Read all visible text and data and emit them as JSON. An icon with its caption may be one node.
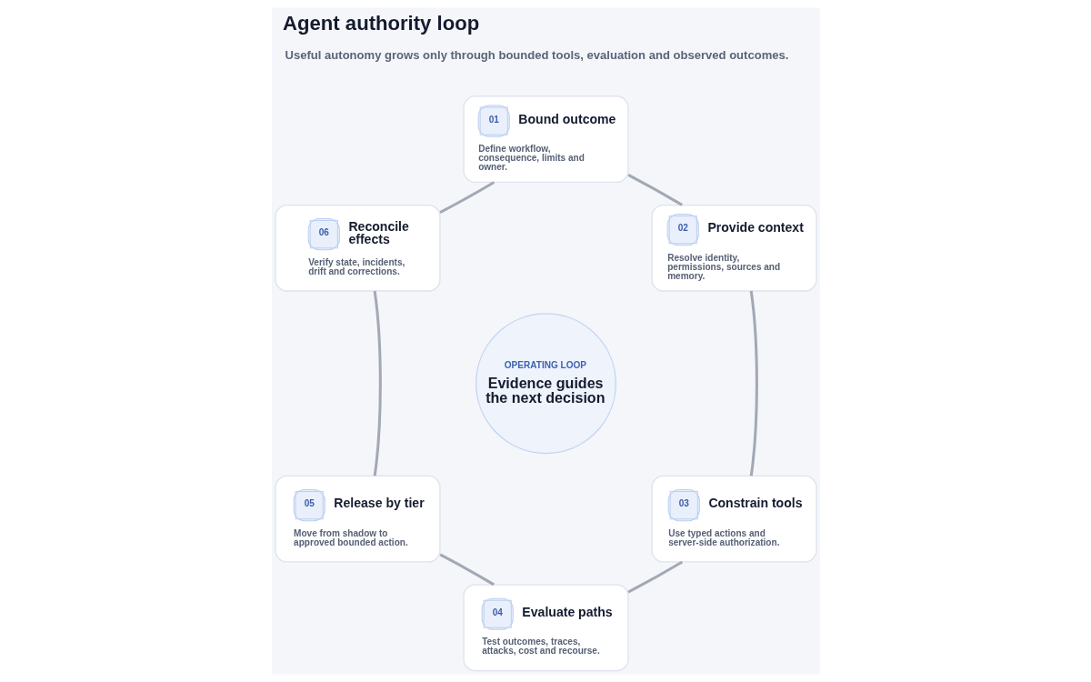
{
  "diagram": {
    "title": "Agent authority loop",
    "nodes": [
      {
        "text": [
          "01",
          "Bound outcome",
          "Define workflow, consequence, limits and owner."
        ]
      },
      {
        "text": [
          "02",
          "Provide context",
          "Resolve identity, permissions, sources and memory."
        ]
      },
      {
        "text": [
          "03",
          "Constrain tools",
          "Use typed actions and server-side authorization."
        ]
      },
      {
        "text": [
          "04",
          "Evaluate paths",
          "Test outcomes, traces, attacks, cost and recourse."
        ]
      },
      {
        "text": [
          "05",
          "Release by tier",
          "Move from shadow to approved bounded action."
        ]
      },
      {
        "text": [
          "06",
          "Reconcile effects",
          "Verify state, incidents, drift and corrections."
        ]
      },
      {
        "text": [
          "OPERATING LOOP",
          "Evidence guides the next decision"
        ]
      }
    ],
    "edges": [
      {
        "from": 0,
        "to": 1,
        "arrow": "none"
      },
      {
        "from": 1,
        "to": 2,
        "arrow": "none"
      },
      {
        "from": 2,
        "to": 3,
        "arrow": "none"
      },
      {
        "from": 3,
        "to": 4,
        "arrow": "none"
      },
      {
        "from": 4,
        "to": 5,
        "arrow": "none"
      },
      {
        "from": 5,
        "to": 0,
        "arrow": "none"
      }
    ],
    "labels": [
      "Useful autonomy grows only through bounded tools, evaluation and observed outcomes."
    ]
  }
}
